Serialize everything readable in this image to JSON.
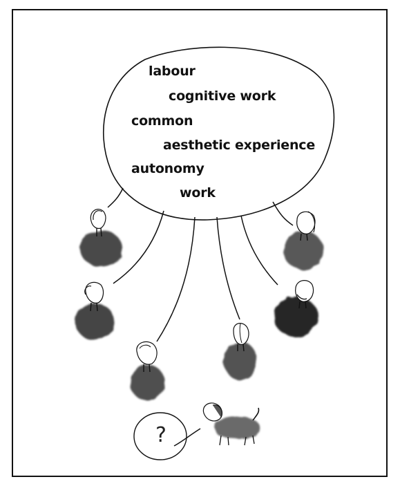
{
  "bubble_words": [
    {
      "text": "labour"
    },
    {
      "text": "cognitive work"
    },
    {
      "text": "common"
    },
    {
      "text": "aesthetic experience"
    },
    {
      "text": "autonomy"
    },
    {
      "text": "work"
    }
  ],
  "question_mark": "?",
  "colors": {
    "ink": "#111111",
    "ink_wash": "#3f3f3f",
    "wash_light": "#6a6a6a",
    "background": "#ffffff"
  }
}
